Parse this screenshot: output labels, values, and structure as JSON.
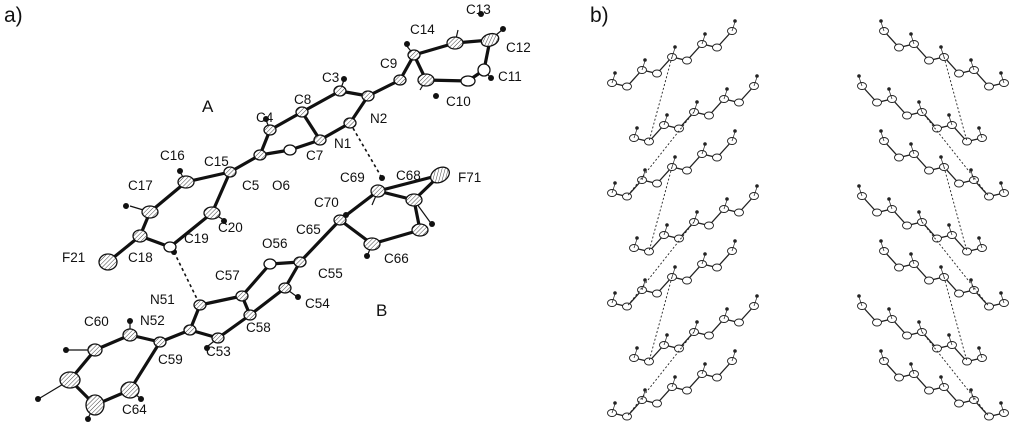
{
  "panels": {
    "a": "a)",
    "b": "b)"
  },
  "molecules": {
    "A": "A",
    "B": "B"
  },
  "atoms": {
    "C13": "C13",
    "C14": "C14",
    "C12": "C12",
    "C9": "C9",
    "C3": "C3",
    "C11": "C11",
    "C8": "C8",
    "N2": "N2",
    "C10": "C10",
    "C4": "C4",
    "N1": "N1",
    "C7": "C7",
    "C16": "C16",
    "C15": "C15",
    "C5": "C5",
    "O6": "O6",
    "C69": "C69",
    "C68": "C68",
    "F71": "F71",
    "C17": "C17",
    "C70": "C70",
    "C20": "C20",
    "C65": "C65",
    "C19": "C19",
    "O56": "O56",
    "F21": "F21",
    "C18": "C18",
    "C66": "C66",
    "C55": "C55",
    "C57": "C57",
    "N51": "N51",
    "C54": "C54",
    "C60": "C60",
    "N52": "N52",
    "C58": "C58",
    "C53": "C53",
    "C59": "C59",
    "C64": "C64"
  }
}
